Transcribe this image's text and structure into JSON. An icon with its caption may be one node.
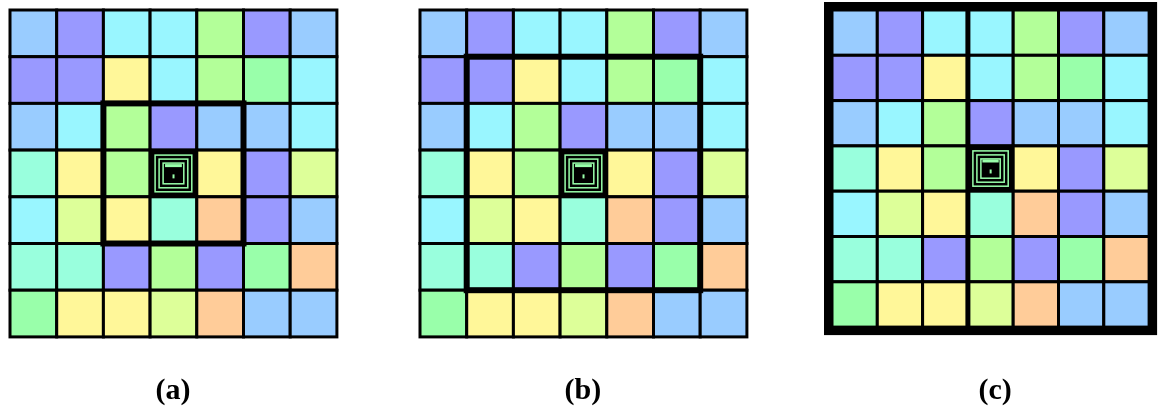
{
  "diagram": {
    "labels": [
      "(a)",
      "(b)",
      "(c)"
    ]
  }
}
